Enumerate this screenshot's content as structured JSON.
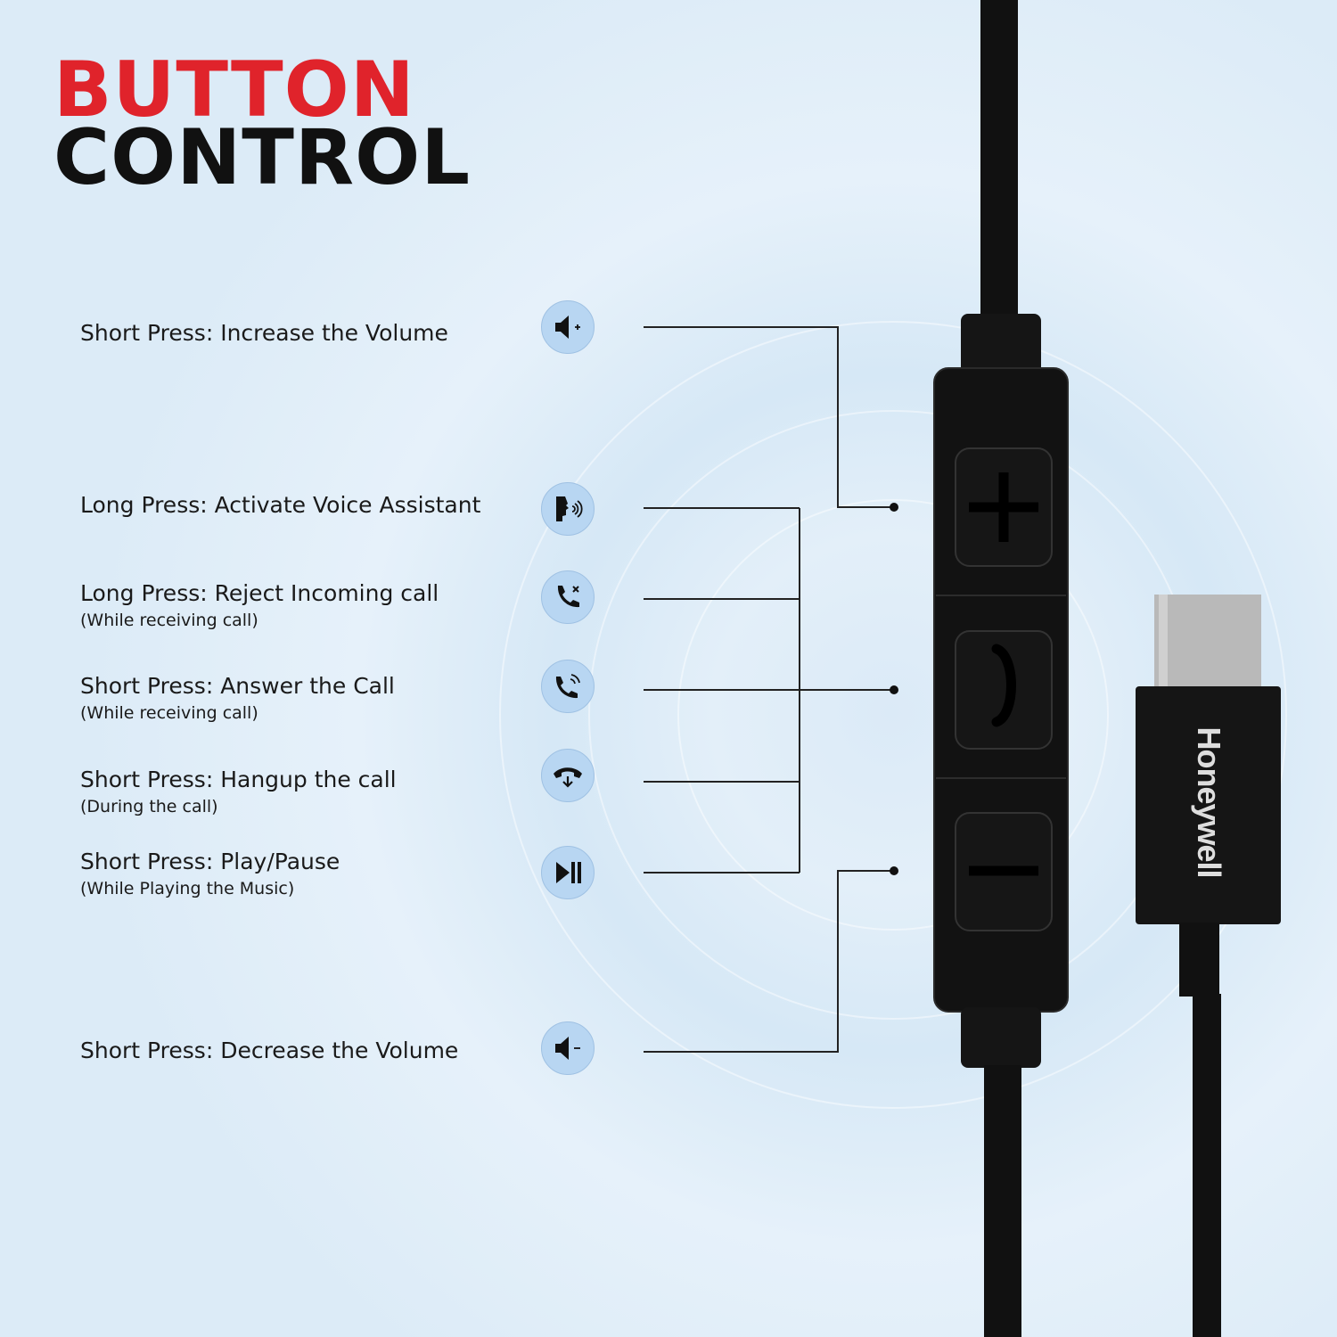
{
  "title": {
    "line1": "BUTTON",
    "line2": "CONTROL"
  },
  "colors": {
    "accent_red": "#e0232b",
    "icon_bg": "#b8d6f2",
    "device": "#111111"
  },
  "brand": "Honeywell",
  "controls": [
    {
      "label": "Short Press: Increase the Volume",
      "sub": "",
      "icon": "volume-up-icon"
    },
    {
      "label": "Long Press: Activate Voice Assistant",
      "sub": "",
      "icon": "voice-assistant-icon"
    },
    {
      "label": "Long Press: Reject Incoming call",
      "sub": "(While receiving call)",
      "icon": "reject-call-icon"
    },
    {
      "label": "Short Press: Answer the Call",
      "sub": "(While receiving call)",
      "icon": "answer-call-icon"
    },
    {
      "label": "Short Press: Hangup the call",
      "sub": "(During the call)",
      "icon": "hangup-icon"
    },
    {
      "label": "Short Press: Play/Pause",
      "sub": "(While Playing the Music)",
      "icon": "play-pause-icon"
    },
    {
      "label": "Short Press: Decrease the Volume",
      "sub": "",
      "icon": "volume-down-icon"
    }
  ]
}
